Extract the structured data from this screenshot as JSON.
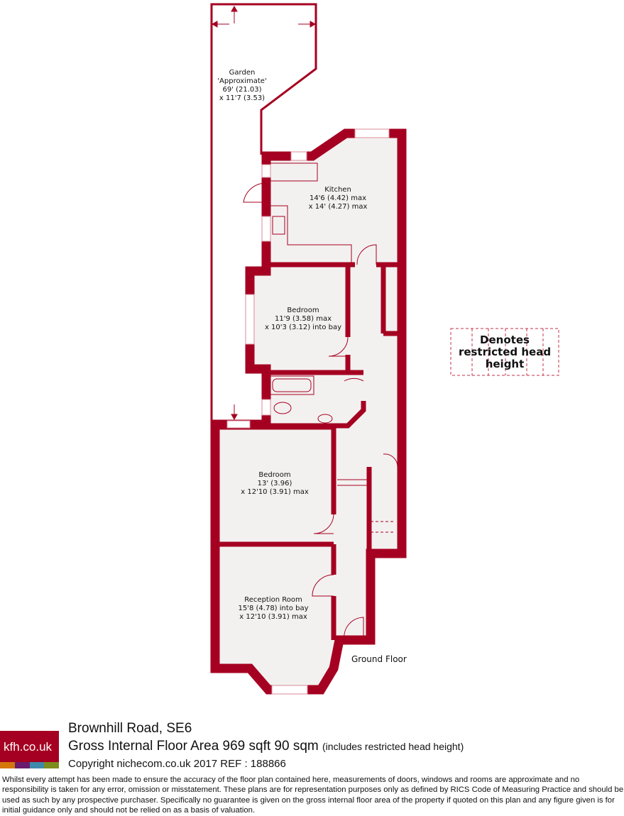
{
  "colors": {
    "wall": "#a50021",
    "floor": "#f3f1f0",
    "logo_bars": [
      "#d4760a",
      "#6b1a6e",
      "#3d8aab",
      "#7f8c1e"
    ]
  },
  "rooms": [
    {
      "name": "Garden",
      "lines": [
        "Garden",
        "'Approximate'",
        "69' (21.03)",
        "x 11'7 (3.53)"
      ]
    },
    {
      "name": "Kitchen",
      "lines": [
        "Kitchen",
        "14'6 (4.42) max",
        "x 14' (4.27) max"
      ]
    },
    {
      "name": "Bedroom",
      "lines": [
        "Bedroom",
        "11'9 (3.58) max",
        "x 10'3 (3.12) into bay"
      ]
    },
    {
      "name": "Bedroom",
      "lines": [
        "Bedroom",
        "13' (3.96)",
        "x 12'10 (3.91) max"
      ]
    },
    {
      "name": "Reception Room",
      "lines": [
        "Reception Room",
        "15'8 (4.78) into bay",
        "x 12'10 (3.91) max"
      ]
    }
  ],
  "floor_label": "Ground Floor",
  "legend": "Denotes restricted head height",
  "logo": "kfh.co.uk",
  "address": "Brownhill Road, SE6",
  "area": "Gross Internal Floor Area 969 sqft 90 sqm",
  "area_note": "(includes restricted head height)",
  "copyright": "Copyright nichecom.co.uk 2017 REF : 188866",
  "disclaimer": "Whilst every attempt has been made to ensure the accuracy of the floor plan contained here, measurements of doors, windows and rooms are approximate and no responsibility is taken for any error, omission or misstatement.  These plans are for representation purposes only as defined by RICS Code of Measuring Practice and should be used as such by any prospective purchaser.  Specifically no guarantee is given on the gross internal floor area of the property if quoted on this plan and any figure given is for initial guidance only and should not be relied on as a basis of valuation."
}
